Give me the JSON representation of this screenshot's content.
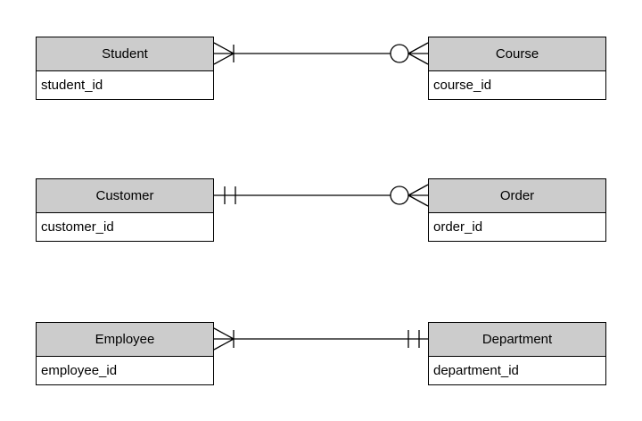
{
  "diagram": {
    "type": "entity-relationship-crows-foot",
    "background_color": "#ffffff",
    "entity_style": {
      "header_fill": "#cccccc",
      "body_fill": "#ffffff",
      "border_color": "#000000",
      "text_color": "#000000"
    },
    "entities": [
      {
        "name": "Student",
        "field": "student_id"
      },
      {
        "name": "Course",
        "field": "course_id"
      },
      {
        "name": "Customer",
        "field": "customer_id"
      },
      {
        "name": "Order",
        "field": "order_id"
      },
      {
        "name": "Employee",
        "field": "employee_id"
      },
      {
        "name": "Department",
        "field": "department_id"
      }
    ],
    "relationships": [
      {
        "from": "Student",
        "to": "Course",
        "from_cardinality": "one-or-many (crow's foot + bar)",
        "to_cardinality": "zero-or-many (circle + crow's foot)"
      },
      {
        "from": "Customer",
        "to": "Order",
        "from_cardinality": "exactly-one (double bar)",
        "to_cardinality": "zero-or-many (circle + crow's foot)"
      },
      {
        "from": "Employee",
        "to": "Department",
        "from_cardinality": "one-or-many (crow's foot + bar)",
        "to_cardinality": "exactly-one (double bar)"
      }
    ]
  }
}
